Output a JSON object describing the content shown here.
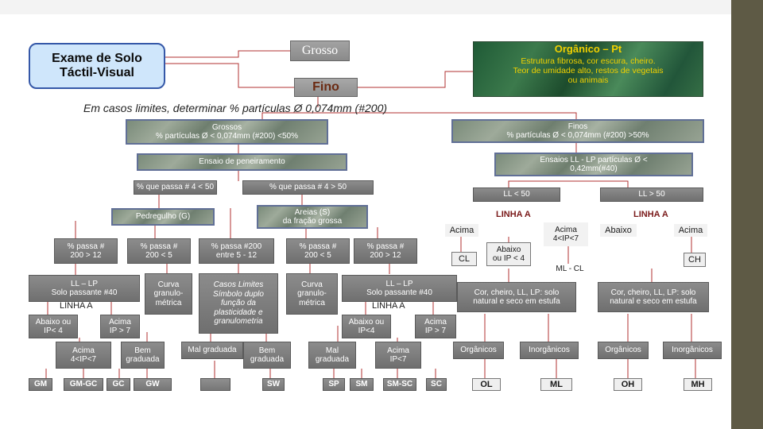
{
  "header": {
    "title": "Exame de Solo\nTáctil-Visual",
    "grosso": "Grosso",
    "fino": "Fino",
    "organic_title": "Orgânico – Pt",
    "organic_desc": "Estrutura fibrosa, cor escura, cheiro.\nTeor de umidade alto, restos de vegetais\nou animais",
    "limit_note": "Em casos limites, determinar % partículas Ø 0,074mm (#200)"
  },
  "left": {
    "grossos": "Grossos\n% partículas Ø < 0,074mm (#200) <50%",
    "peneiramento": "Ensaio de peneiramento",
    "passa_lt": "% que passa # 4 < 50",
    "passa_gt": "% que passa # 4 > 50",
    "pedregulho": "Pedregulho (G)",
    "areias": "Areias (S)\nda fração grossa",
    "g_p200_lt12": "% passa #\n200 > 12",
    "g_p200_lt5": "% passa #\n200 < 5",
    "casos_cond": "% passa #200\nentre 5 - 12",
    "s_p200_lt5": "% passa #\n200 < 5",
    "s_p200_gt12": "% passa #\n200 > 12",
    "g_lllp": "LL – LP\nSolo passante #40",
    "curva_g": "Curva\ngranulo-\nmétrica",
    "casos_limites": "Casos Limites\nSímbolo duplo\nfunção da\nplasticidade e\ngranulometria",
    "curva_s": "Curva\ngranulo-\nmétrica",
    "s_lllp": "LL – LP\nSolo passante #40",
    "linha_a_g": "LINHA A",
    "linha_a_s": "LINHA A",
    "g_abaixo": "Abaixo  ou\nIP< 4",
    "g_acima": "Acima\nIP > 7",
    "s_abaixo": "Abaixo  ou\nIP<4",
    "s_acima": "Acima\nIP > 7",
    "g_acima47": "Acima\n4<IP<7",
    "g_bem": "Bem\ngraduada",
    "g_mal": "Mal graduada",
    "s_bem": "Bem\ngraduada",
    "s_mal": "Mal\ngraduada",
    "s_acima47": "Acima\nIP<7",
    "leaves": [
      "GM",
      "GM-GC",
      "GC",
      "GW",
      "",
      "SW",
      "SP",
      "SM",
      "SM-SC",
      "SC"
    ]
  },
  "right": {
    "finos": "Finos\n% partículas Ø < 0,074mm (#200) >50%",
    "ensaios": "Ensaios LL - LP  partículas Ø <\n0,42mm(#40)",
    "ll_lt": "LL < 50",
    "ll_gt": "LL > 50",
    "linha_a_l": "LINHA A",
    "linha_a_r": "LINHA A",
    "acima_l": "Acima",
    "acima47": "Acima\n4<IP<7",
    "abaixo_r": "Abaixo",
    "acima_r": "Acima",
    "cl": "CL",
    "abaixo_ip4": "Abaixo\nou IP < 4",
    "ml_cl": "ML - CL",
    "ch": "CH",
    "cor_l": "Cor, cheiro, LL, LP: solo\nnatural e seco em estufa",
    "cor_r": "Cor, cheiro, LL, LP: solo\nnatural e seco em estufa",
    "org_l": "Orgânicos",
    "inorg_l": "Inorgânicos",
    "org_r": "Orgânicos",
    "inorg_r": "Inorgânicos",
    "ol": "OL",
    "ml": "ML",
    "oh": "OH",
    "mh": "MH"
  }
}
